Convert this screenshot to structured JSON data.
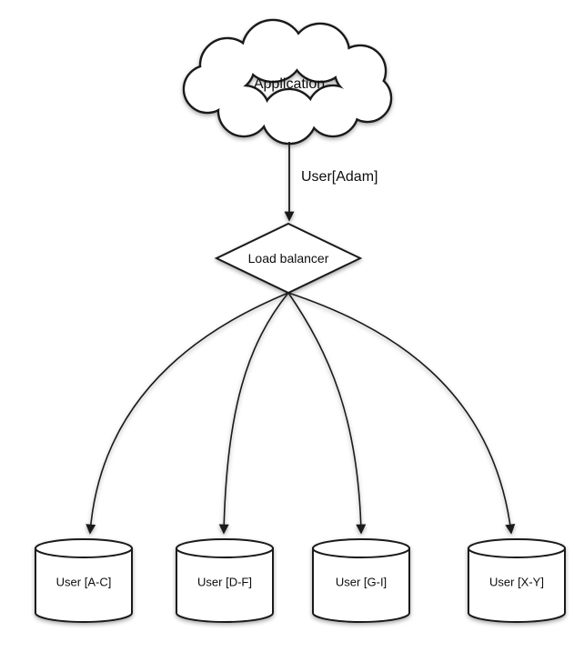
{
  "diagram": {
    "application": {
      "label": "Application"
    },
    "request_edge": {
      "label": "User[Adam]"
    },
    "load_balancer": {
      "label": "Load balancer"
    },
    "shards": [
      {
        "label": "User [A-C]"
      },
      {
        "label": "User [D-F]"
      },
      {
        "label": "User [G-I]"
      },
      {
        "label": "User [X-Y]"
      }
    ],
    "colors": {
      "line": "#1a1a1a",
      "shape_fill": "#ffffff",
      "background": "#ffffff"
    }
  }
}
